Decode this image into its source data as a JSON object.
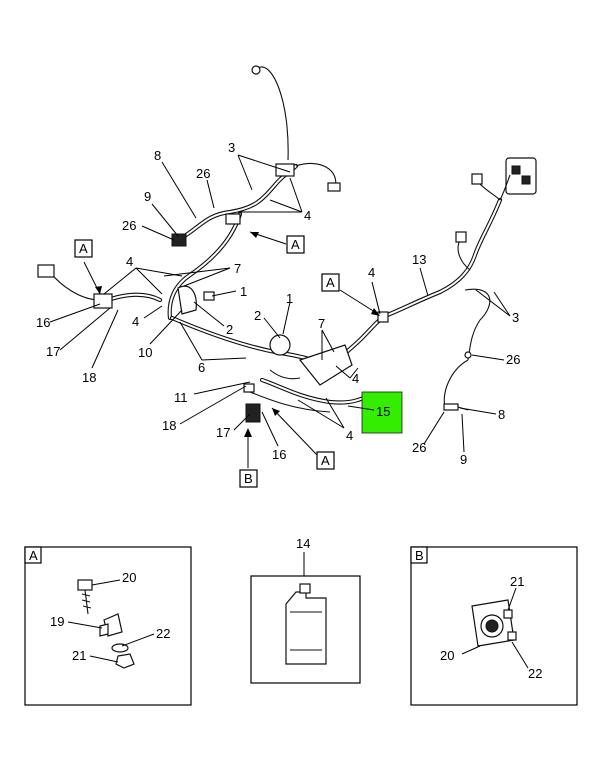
{
  "callouts": {
    "n1a": "1",
    "n1b": "1",
    "n2a": "2",
    "n2b": "2",
    "n3a": "3",
    "n3b": "3",
    "n4a": "4",
    "n4b": "4",
    "n4c": "4",
    "n4d": "4",
    "n4e": "4",
    "n4f": "4",
    "n6": "6",
    "n7a": "7",
    "n7b": "7",
    "n8a": "8",
    "n8b": "8",
    "n9a": "9",
    "n9b": "9",
    "n10": "10",
    "n11": "11",
    "n13": "13",
    "n14": "14",
    "n15": "15",
    "n16a": "16",
    "n16b": "16",
    "n17a": "17",
    "n17b": "17",
    "n18a": "18",
    "n18b": "18",
    "n19": "19",
    "n20a": "20",
    "n20b": "20",
    "n21a": "21",
    "n21b": "21",
    "n22a": "22",
    "n22b": "22",
    "n26a": "26",
    "n26b": "26",
    "n26c": "26"
  },
  "view_tags": {
    "a1": "A",
    "a2": "A",
    "a3": "A",
    "a4": "A",
    "b1": "B",
    "detail_a": "A",
    "detail_b": "B"
  },
  "colors": {
    "highlight": "#33ee00",
    "line": "#111111"
  }
}
